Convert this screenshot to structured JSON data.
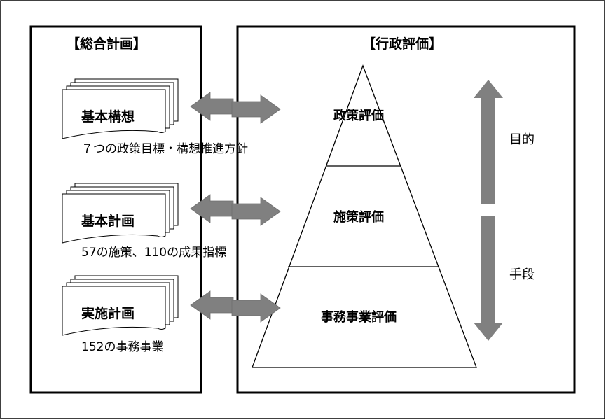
{
  "left_panel": {
    "title": "【総合計画】",
    "items": [
      {
        "title": "基本構想",
        "description": "７つの政策目標・構想推進方針"
      },
      {
        "title": "基本計画",
        "description": "57の施策、110の成果指標"
      },
      {
        "title": "実施計画",
        "description": "152の事務事業"
      }
    ]
  },
  "right_panel": {
    "title": "【行政評価】",
    "pyramid_tiers": [
      "政策評価",
      "施策評価",
      "事務事業評価"
    ],
    "up_label": "目的",
    "down_label": "手段"
  },
  "colors": {
    "arrow_fill": "#808080",
    "frame_stroke": "#000000",
    "background": "#ffffff"
  },
  "icons": [
    "double-headed-arrow-icon",
    "up-arrow-icon",
    "down-arrow-icon",
    "document-stack-icon"
  ]
}
